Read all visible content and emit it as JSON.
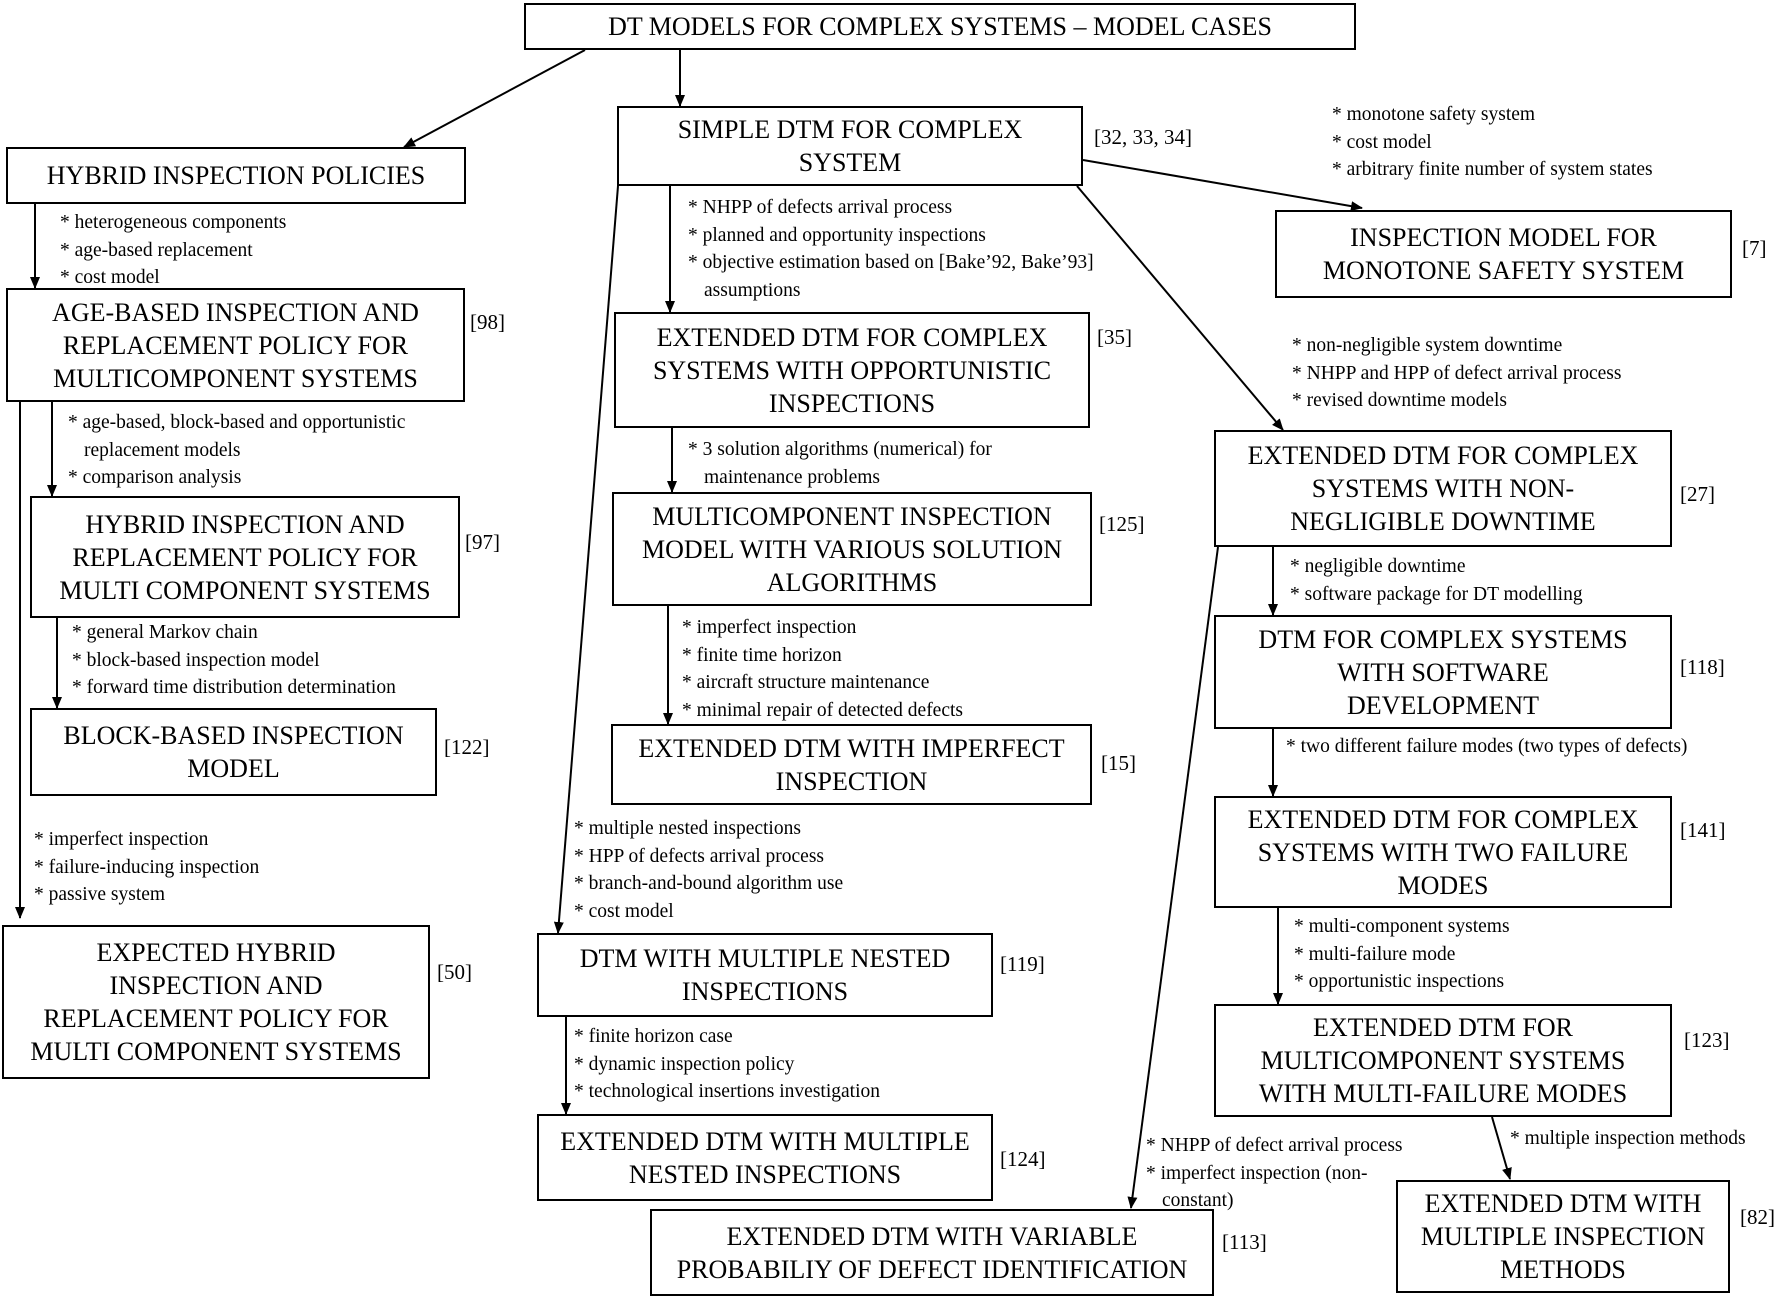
{
  "title": "DT MODELS FOR COMPLEX SYSTEMS – MODEL CASES",
  "nodes": {
    "hybrid_policies": {
      "label": "HYBRID INSPECTION POLICIES",
      "ref": ""
    },
    "simple_dtm": {
      "label": "SIMPLE DTM FOR COMPLEX\nSYSTEM",
      "ref": "[32, 33, 34]"
    },
    "inspection_monotone": {
      "label": "INSPECTION MODEL FOR\nMONOTONE SAFETY SYSTEM",
      "ref": "[7]"
    },
    "age_based": {
      "label": "AGE-BASED INSPECTION AND\nREPLACEMENT POLICY FOR\nMULTICOMPONENT SYSTEMS",
      "ref": "[98]"
    },
    "extended_opportunistic": {
      "label": "EXTENDED DTM FOR COMPLEX\nSYSTEMS WITH OPPORTUNISTIC\nINSPECTIONS",
      "ref": "[35]"
    },
    "hybrid_multi": {
      "label": "HYBRID INSPECTION AND\nREPLACEMENT POLICY FOR\nMULTI COMPONENT SYSTEMS",
      "ref": "[97]"
    },
    "multicomponent_algorithms": {
      "label": "MULTICOMPONENT INSPECTION\nMODEL WITH VARIOUS SOLUTION\nALGORITHMS",
      "ref": "[125]"
    },
    "extended_downtime": {
      "label": "EXTENDED DTM FOR COMPLEX\nSYSTEMS WITH NON-\nNEGLIGIBLE DOWNTIME",
      "ref": "[27]"
    },
    "block_based": {
      "label": "BLOCK-BASED INSPECTION\nMODEL",
      "ref": "[122]"
    },
    "extended_imperfect": {
      "label": "EXTENDED DTM WITH IMPERFECT\nINSPECTION",
      "ref": "[15]"
    },
    "dtm_software": {
      "label": "DTM FOR COMPLEX SYSTEMS\nWITH SOFTWARE\nDEVELOPMENT",
      "ref": "[118]"
    },
    "extended_two_failure": {
      "label": "EXTENDED DTM FOR COMPLEX\nSYSTEMS WITH TWO FAILURE\nMODES",
      "ref": "[141]"
    },
    "expected_hybrid": {
      "label": "EXPECTED HYBRID\nINSPECTION AND\nREPLACEMENT POLICY FOR\nMULTI COMPONENT SYSTEMS",
      "ref": "[50]"
    },
    "dtm_nested": {
      "label": "DTM WITH MULTIPLE NESTED\nINSPECTIONS",
      "ref": "[119]"
    },
    "extended_multi_failure": {
      "label": "EXTENDED DTM FOR\nMULTICOMPONENT SYSTEMS\nWITH MULTI-FAILURE MODES",
      "ref": "[123]"
    },
    "extended_nested": {
      "label": "EXTENDED DTM WITH MULTIPLE\nNESTED INSPECTIONS",
      "ref": "[124]"
    },
    "extended_variable": {
      "label": "EXTENDED DTM WITH VARIABLE\nPROBABILIY OF DEFECT IDENTIFICATION",
      "ref": "[113]"
    },
    "extended_multiple_methods": {
      "label": "EXTENDED DTM WITH\nMULTIPLE INSPECTION\nMETHODS",
      "ref": "[82]"
    }
  },
  "annotations": {
    "monotone": [
      "* monotone safety system",
      "* cost model",
      "* arbitrary finite number of system states"
    ],
    "hybrid_policies": [
      "* heterogeneous components",
      "* age-based replacement",
      "* cost model"
    ],
    "simple_dtm": [
      "* NHPP of defects arrival process",
      "* planned and opportunity inspections",
      "* objective estimation based on [Bake’92, Bake’93] assumptions"
    ],
    "downtime": [
      "* non-negligible system downtime",
      "* NHPP and HPP of defect arrival process",
      "* revised downtime models"
    ],
    "age_based": [
      "* age-based, block-based and opportunistic replacement models",
      "* comparison analysis"
    ],
    "opportunistic": [
      "* 3 solution algorithms (numerical) for maintenance problems"
    ],
    "software": [
      "* negligible downtime",
      "* software package for DT modelling"
    ],
    "hybrid_multi": [
      "* general Markov chain",
      "* block-based inspection model",
      "* forward time distribution determination"
    ],
    "algorithms": [
      "* imperfect inspection",
      "* finite time horizon",
      "* aircraft structure maintenance",
      "* minimal repair of detected defects"
    ],
    "two_failure": [
      "* two different failure modes (two types of defects)"
    ],
    "expected": [
      "* imperfect inspection",
      "* failure-inducing inspection",
      "* passive system"
    ],
    "nested": [
      "* multiple nested inspections",
      "* HPP of defects arrival process",
      "* branch-and-bound algorithm use",
      "* cost model"
    ],
    "multi_failure": [
      "* multi-component systems",
      "* multi-failure mode",
      "* opportunistic inspections"
    ],
    "extended_nested": [
      "* finite horizon case",
      "* dynamic inspection policy",
      "* technological insertions investigation"
    ],
    "multiple_methods": [
      "* multiple inspection methods"
    ],
    "variable": [
      "* NHPP of defect arrival process",
      "* imperfect inspection (non-constant)"
    ]
  }
}
